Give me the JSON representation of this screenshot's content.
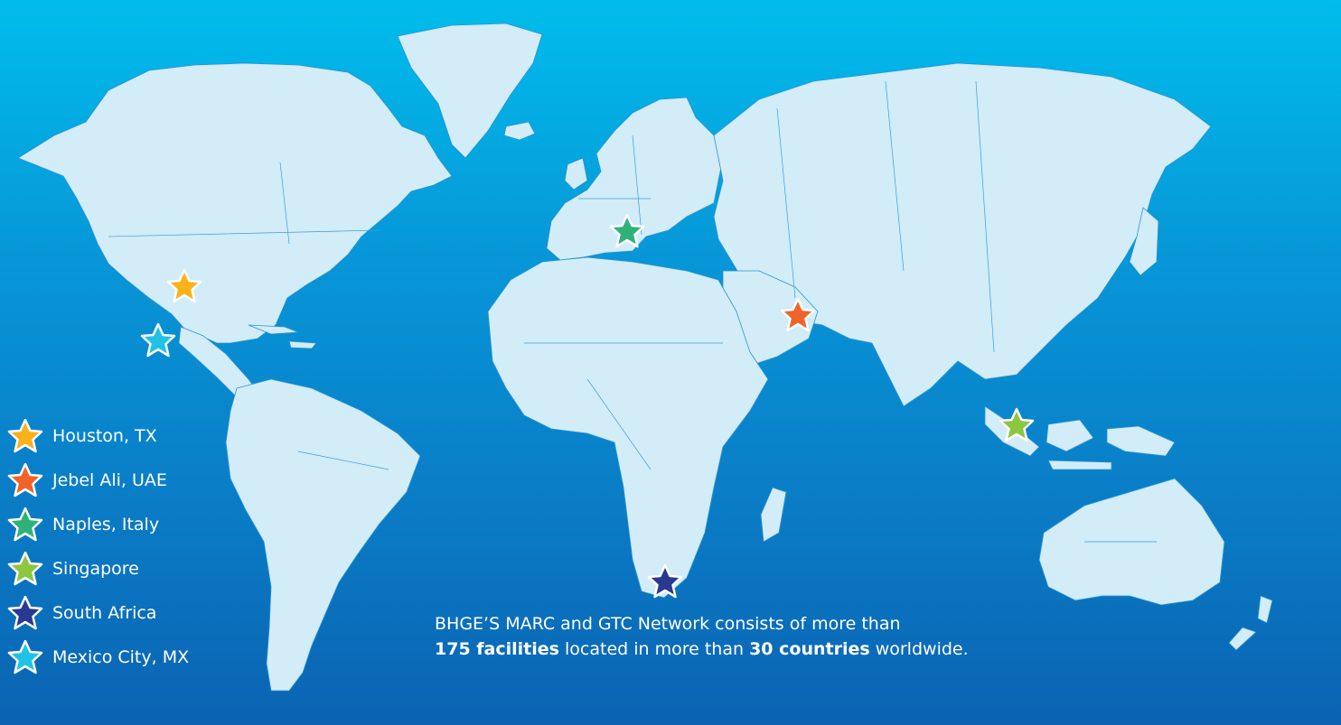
{
  "legend": {
    "items": [
      {
        "label": "Houston, TX",
        "color": "#f9b21a",
        "icon": "star-icon"
      },
      {
        "label": "Jebel Ali, UAE",
        "color": "#f0632a",
        "icon": "star-icon"
      },
      {
        "label": "Naples, Italy",
        "color": "#2fb27a",
        "icon": "star-icon"
      },
      {
        "label": "Singapore",
        "color": "#8dc641",
        "icon": "star-icon"
      },
      {
        "label": "South Africa",
        "color": "#2a3990",
        "icon": "star-icon"
      },
      {
        "label": "Mexico City, MX",
        "color": "#21c2e6",
        "icon": "star-icon"
      }
    ]
  },
  "caption": {
    "line1": "BHGE’S MARC and GTC Network consists of more than",
    "facilities_count": "175 facilities",
    "mid": " located in more than ",
    "countries_count": "30 countries",
    "end": " worldwide."
  },
  "colors": {
    "background_top": "#00bdec",
    "background_bottom": "#0b63b2",
    "land": "#d2ecf8",
    "marker_outline": "#ffffff"
  }
}
